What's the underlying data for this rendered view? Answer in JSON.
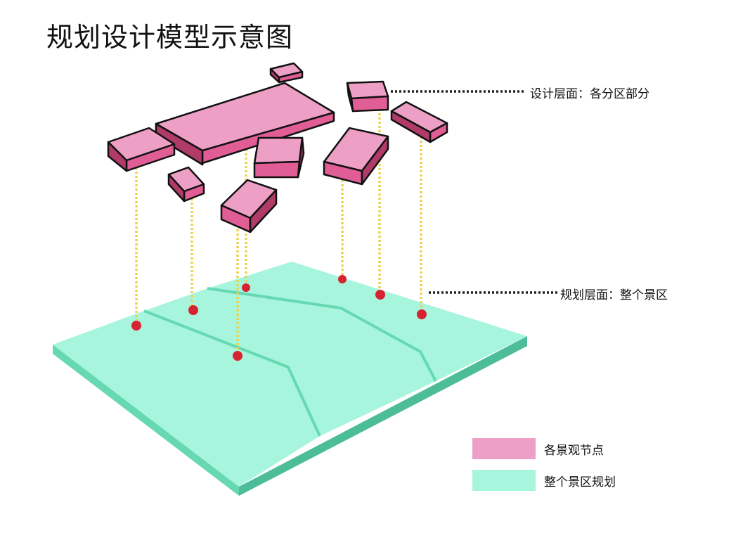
{
  "title": "规划设计模型示意图",
  "callouts": {
    "design_layer": "设计层面：各分区部分",
    "planning_layer": "规划层面：整个景区"
  },
  "legend": [
    {
      "label": "各景观节点",
      "color": "#ee9fc6"
    },
    {
      "label": "整个景区规划",
      "color": "#a8f5de"
    }
  ],
  "colors": {
    "node_top": "#ee9fc6",
    "node_front": "#e05e95",
    "node_side": "#b03a68",
    "site_top": "#a8f5de",
    "site_side": "#66d9b3",
    "site_side_dark": "#4cbd98",
    "connector": "#ecd24a",
    "anchor_dot": "#d7232f",
    "leader_line": "#222222"
  }
}
